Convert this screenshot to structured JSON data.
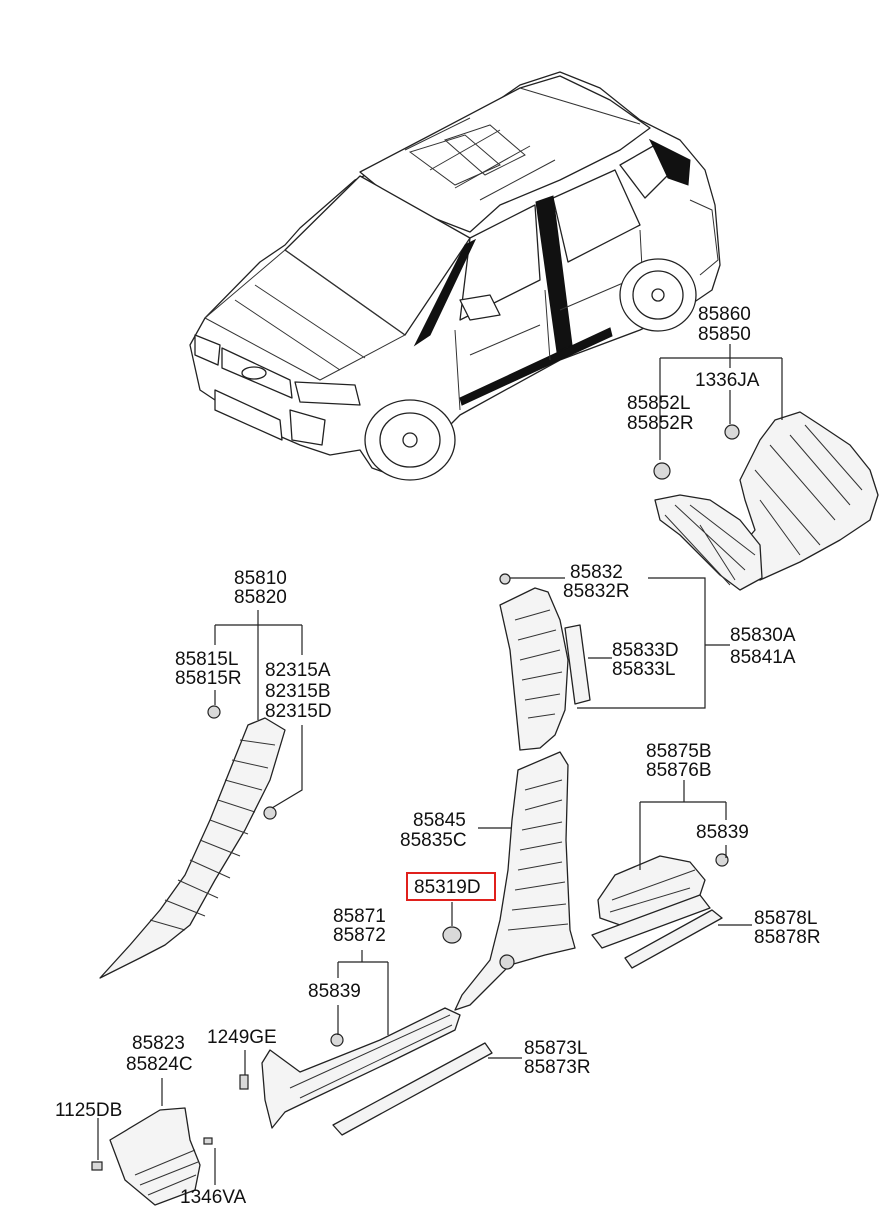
{
  "labels": {
    "l85860": "85860",
    "l85850": "85850",
    "l1336JA": "1336JA",
    "l85852L": "85852L",
    "l85852R": "85852R",
    "l85832": "85832",
    "l85832R": "85832R",
    "l85833D": "85833D",
    "l85833L": "85833L",
    "l85830A": "85830A",
    "l85841A": "85841A",
    "l85810": "85810",
    "l85820": "85820",
    "l85815L": "85815L",
    "l85815R": "85815R",
    "l82315A": "82315A",
    "l82315B": "82315B",
    "l82315D": "82315D",
    "l85875B": "85875B",
    "l85876B": "85876B",
    "l85839a": "85839",
    "l85845": "85845",
    "l85835C": "85835C",
    "l85319D": "85319D",
    "l85871": "85871",
    "l85872": "85872",
    "l85878L": "85878L",
    "l85878R": "85878R",
    "l85839b": "85839",
    "l85823": "85823",
    "l85824C": "85824C",
    "l1249GE": "1249GE",
    "l85873L": "85873L",
    "l85873R": "85873R",
    "l1125DB": "1125DB",
    "l1346VA": "1346VA"
  },
  "highlight_color": "#e0201c"
}
